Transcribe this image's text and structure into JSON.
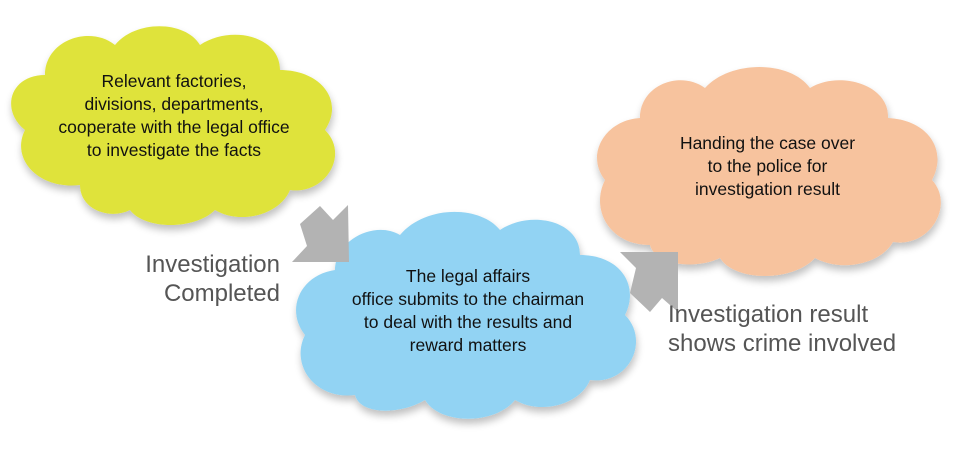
{
  "clouds": {
    "green": {
      "lines": [
        "Relevant factories,",
        "divisions, departments,",
        "cooperate with the legal office",
        "to investigate the facts"
      ],
      "fill": "#dfe33a"
    },
    "blue": {
      "lines": [
        "The legal affairs",
        "office submits to the chairman",
        "to deal with the results and",
        "reward matters"
      ],
      "fill": "#92d3f3"
    },
    "orange": {
      "lines": [
        "Handing the case over",
        "to the police for",
        "investigation result"
      ],
      "fill": "#f7c39e"
    }
  },
  "labels": {
    "left": [
      "Investigation",
      "Completed"
    ],
    "right": [
      "Investigation result",
      "shows crime involved"
    ]
  },
  "arrow_color": "#b3b3b3",
  "text_color": "#555555"
}
